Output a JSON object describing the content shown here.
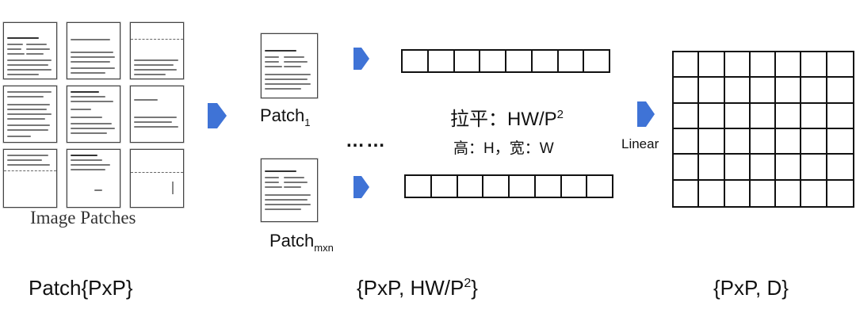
{
  "grid_caption": "Image Patches",
  "patch_first": {
    "base": "Patch",
    "sub": "1"
  },
  "patch_last": {
    "base": "Patch",
    "sub": "mxn"
  },
  "ellipsis": "……",
  "flatten": {
    "prefix": "拉平：HW/P",
    "sup": "2",
    "dims": "高：H，宽：W"
  },
  "linear_label": "Linear",
  "bottom": {
    "left": "Patch{PxP}",
    "middle_prefix": "{PxP, HW/P",
    "middle_sup": "2",
    "middle_suffix": "}",
    "right": "{PxP, D}"
  },
  "vector_cells": 8,
  "matrix": {
    "rows": 6,
    "cols": 7
  },
  "colors": {
    "arrow": "#3f73d6",
    "line": "#111111"
  }
}
